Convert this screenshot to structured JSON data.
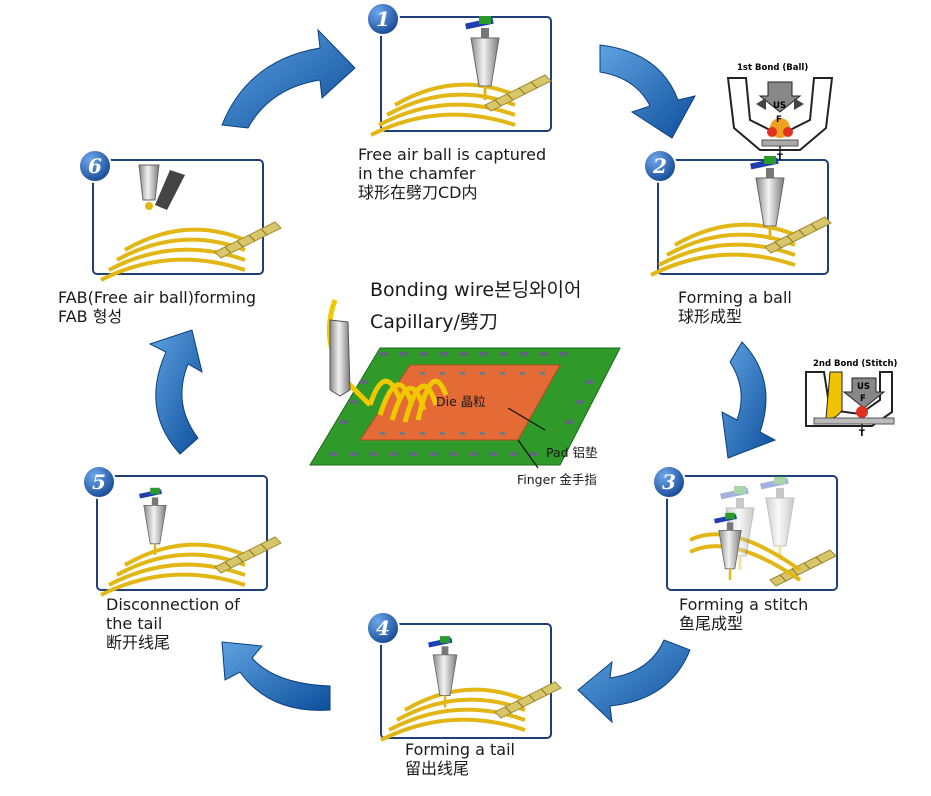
{
  "steps": [
    {
      "num": "1",
      "en_lines": [
        "Free air ball is captured",
        "in the chamfer"
      ],
      "cn": "球形在劈刀CD内"
    },
    {
      "num": "2",
      "en_lines": [
        "Forming a ball"
      ],
      "cn": "球形成型"
    },
    {
      "num": "3",
      "en_lines": [
        "Forming a stitch"
      ],
      "cn": "鱼尾成型"
    },
    {
      "num": "4",
      "en_lines": [
        "Forming a tail"
      ],
      "cn": "留出线尾"
    },
    {
      "num": "5",
      "en_lines": [
        "Disconnection of",
        "the tail"
      ],
      "cn": "断开线尾"
    },
    {
      "num": "6",
      "en_lines": [
        "FAB(Free air ball)forming"
      ],
      "cn": "FAB 형성"
    }
  ],
  "center": {
    "wire_label": "Bonding wire본딩와이어",
    "capillary_label": "Capillary/劈刀",
    "die_label": "Die 晶粒",
    "pad_label": "Pad 铝垫",
    "finger_label": "Finger 金手指"
  },
  "insets": {
    "first_bond": "1st Bond (Ball)",
    "second_bond": "2nd Bond (Stitch)",
    "us": "US",
    "f": "F",
    "t": "T"
  },
  "colors": {
    "arrow_dark": "#0d4f9c",
    "arrow_light": "#5fa2e0",
    "frame": "#1f3f7a",
    "wire": "#e8c21a",
    "substrate": "#2f9a2a",
    "die": "#e46a36"
  }
}
